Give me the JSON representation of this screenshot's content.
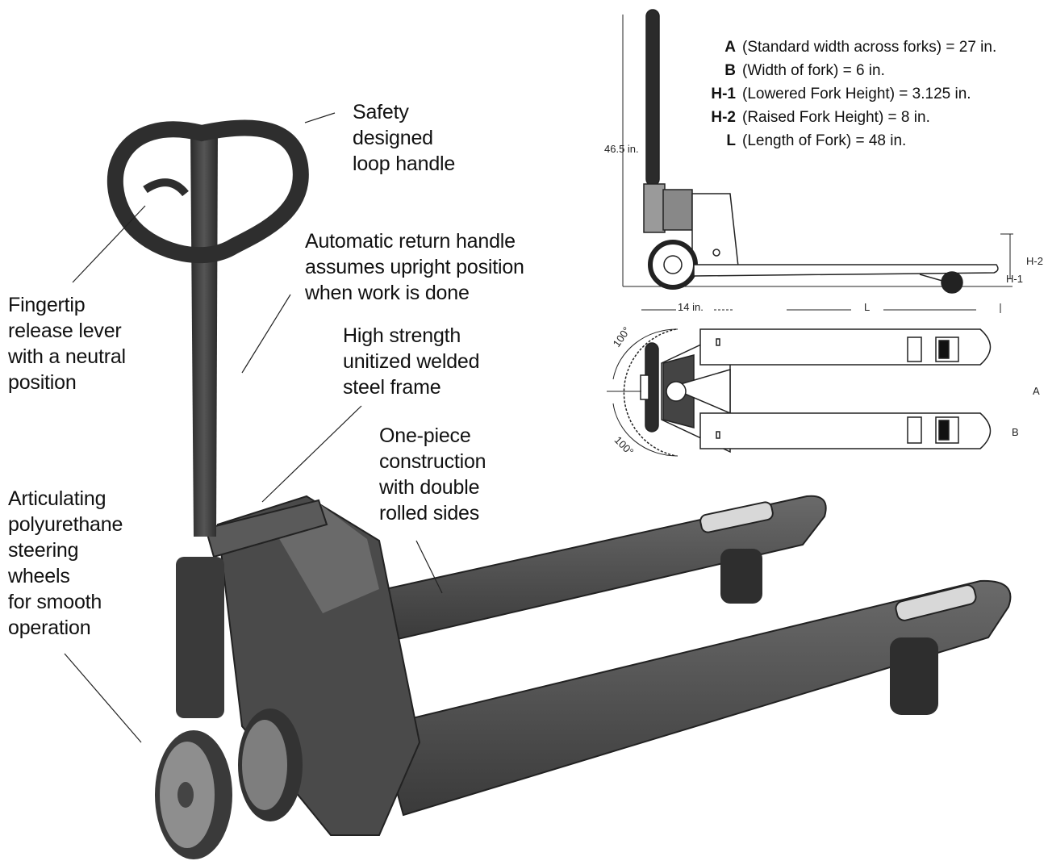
{
  "callouts": {
    "loop_handle": [
      "Safety",
      "designed",
      "loop handle"
    ],
    "fingertip": [
      "Fingertip",
      "release lever",
      "with a neutral",
      "position"
    ],
    "auto_return": [
      "Automatic return handle",
      "assumes upright position",
      "when work is done"
    ],
    "steel_frame": [
      "High strength",
      "unitized welded",
      "steel frame"
    ],
    "one_piece": [
      "One-piece",
      "construction",
      "with double",
      "rolled sides"
    ],
    "steering": [
      "Articulating",
      "polyurethane",
      "steering",
      "wheels",
      "for smooth",
      "operation"
    ]
  },
  "specs": [
    {
      "key": "A",
      "text": "(Standard width across forks) = 27 in."
    },
    {
      "key": "B",
      "text": "(Width of fork) = 6 in."
    },
    {
      "key": "H-1",
      "text": "(Lowered Fork Height) = 3.125 in."
    },
    {
      "key": "H-2",
      "text": "(Raised Fork Height) = 8 in."
    },
    {
      "key": "L",
      "text": "(Length of Fork) = 48 in."
    }
  ],
  "dimensions": {
    "height": "46.5 in.",
    "h2": "H-2",
    "h1": "H-1",
    "handle_depth": "14 in.",
    "length": "L",
    "angle_top": "100°",
    "angle_bottom": "100°",
    "width_a": "A",
    "width_b": "B"
  },
  "colors": {
    "ink": "#111111",
    "truck_dark": "#3a3a3a",
    "truck_mid": "#5c5c5c",
    "truck_light": "#8a8a8a"
  }
}
